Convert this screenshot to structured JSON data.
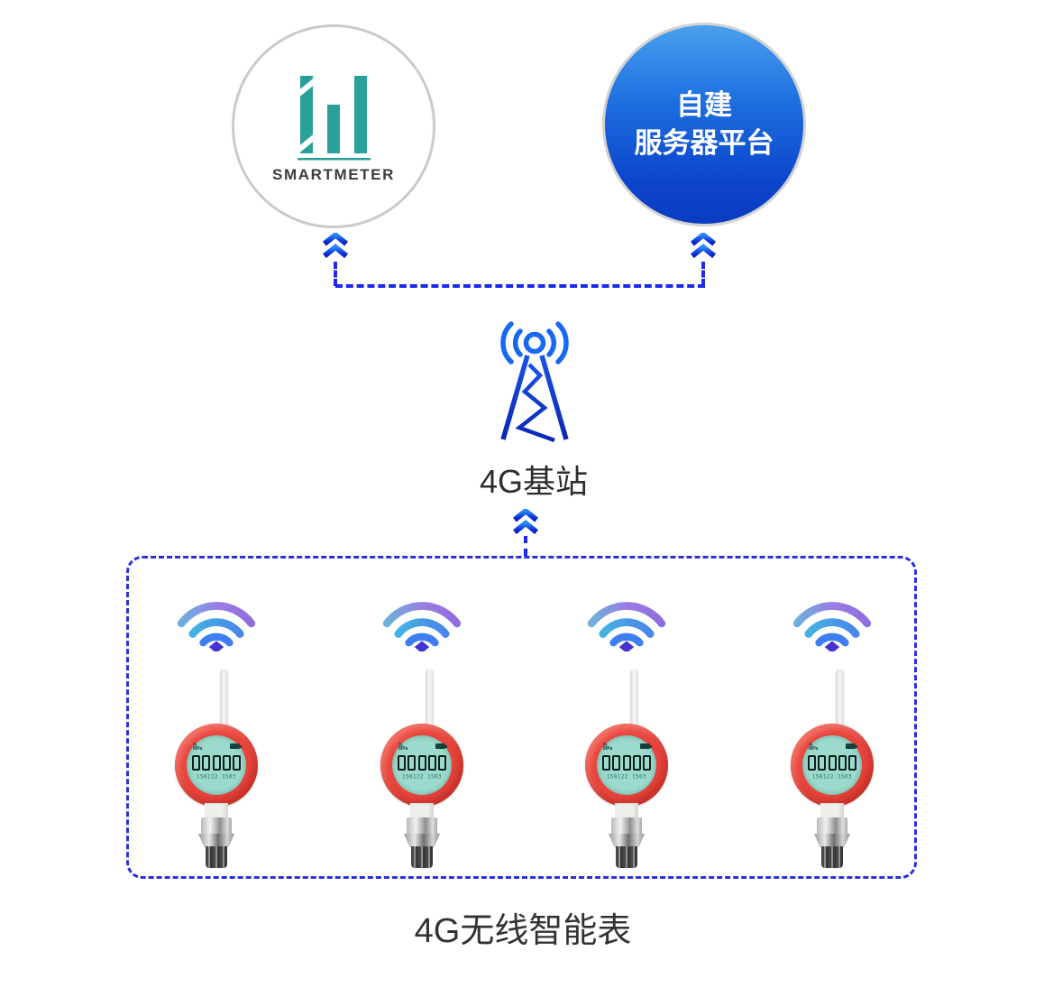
{
  "diagram": {
    "platform": {
      "brand": "SMARTMETER"
    },
    "server": {
      "line1": "自建",
      "line2": "服务器平台"
    },
    "base_station": {
      "label": "4G基站"
    },
    "device_group": {
      "label": "4G无线智能表",
      "meter": {
        "display_value": "00000",
        "unit_top": "%",
        "unit_bottom": "MPa",
        "sub_display": "150122 1503"
      }
    },
    "icons": {
      "platform_logo": "bar-chart-logo",
      "upload_arrow": "double-chevron-up",
      "base_station_icon": "cell-tower-antenna",
      "wifi_icon": "wifi-signal",
      "battery_icon": "battery-full"
    },
    "colors": {
      "connector_blue": "#1b2af0",
      "box_dash_blue": "#2b2fe0",
      "logo_teal": "#2aa09a",
      "server_gradient_top": "#4aa0ec",
      "server_gradient_bottom": "#0a3cc0",
      "tower_blue": "#1668f2",
      "wifi_purple": "#9a7ae4",
      "wifi_blue": "#3f7ef2",
      "bezel_red": "#e8453c",
      "lcd_green": "#9bdacd"
    }
  }
}
